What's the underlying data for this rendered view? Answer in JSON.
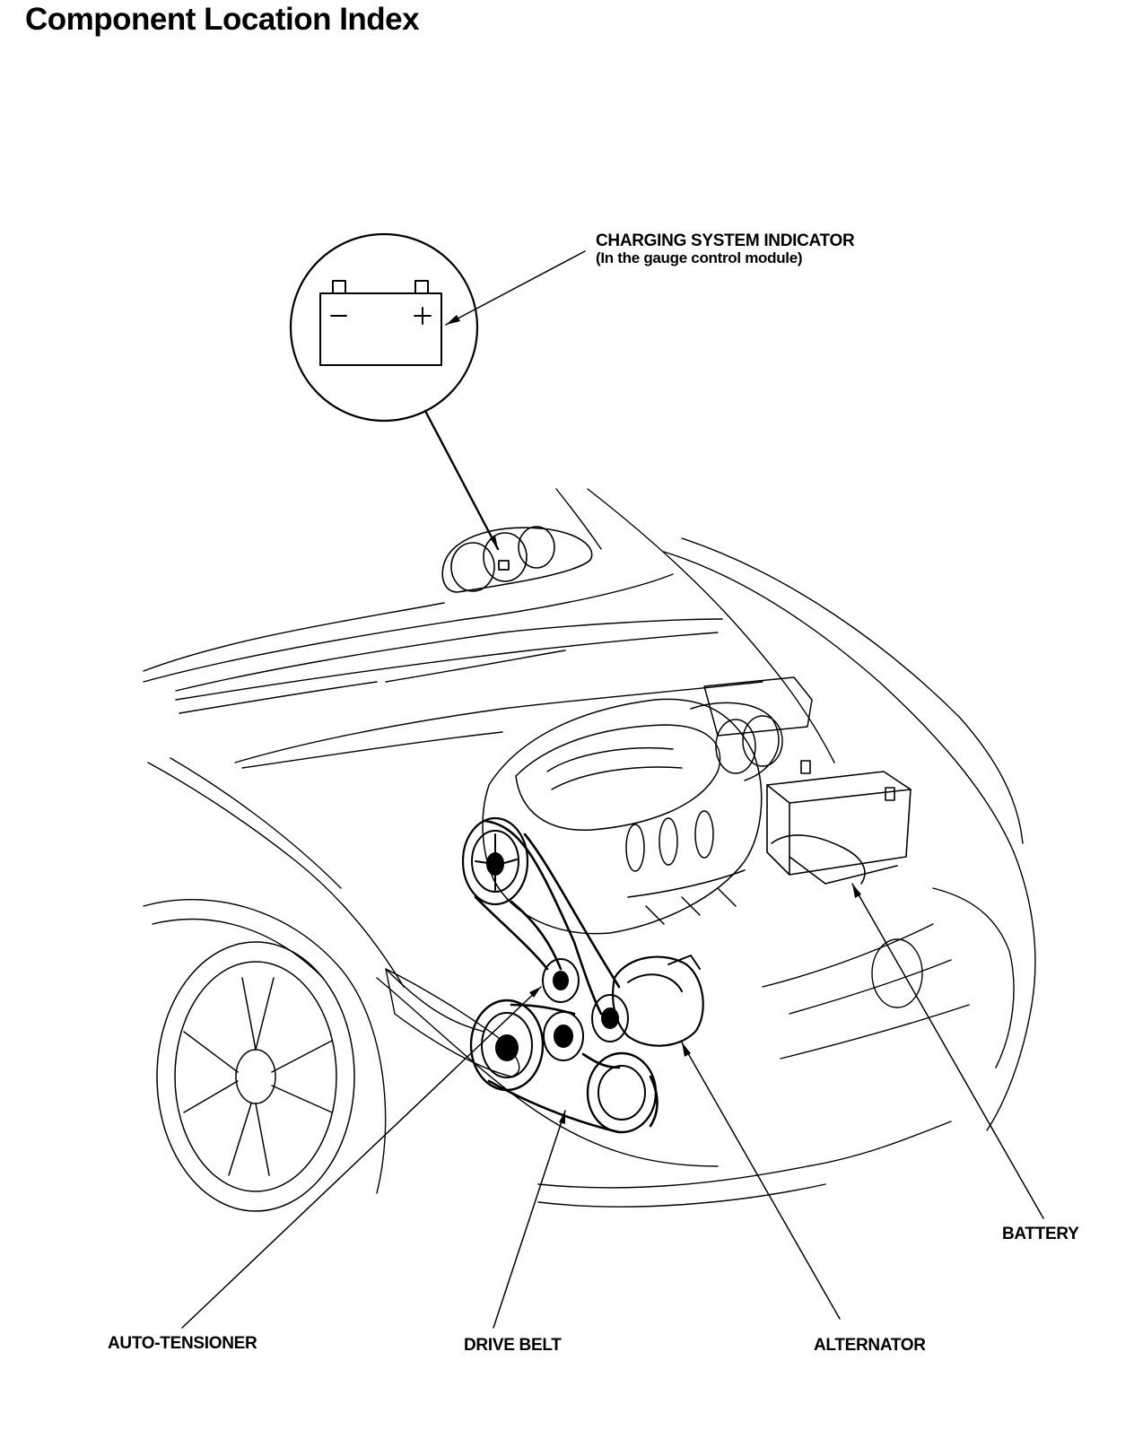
{
  "page": {
    "title": "Component Location Index"
  },
  "callouts": {
    "charging_indicator": {
      "label": "CHARGING SYSTEM INDICATOR",
      "sublabel": "(In the gauge control module)"
    },
    "battery": {
      "label": "BATTERY"
    },
    "auto_tensioner": {
      "label": "AUTO-TENSIONER"
    },
    "drive_belt": {
      "label": "DRIVE BELT"
    },
    "alternator": {
      "label": "ALTERNATOR"
    }
  },
  "indicator_icon": {
    "minus": "−",
    "plus": "+"
  },
  "colors": {
    "ink": "#000000",
    "paper": "#ffffff"
  }
}
